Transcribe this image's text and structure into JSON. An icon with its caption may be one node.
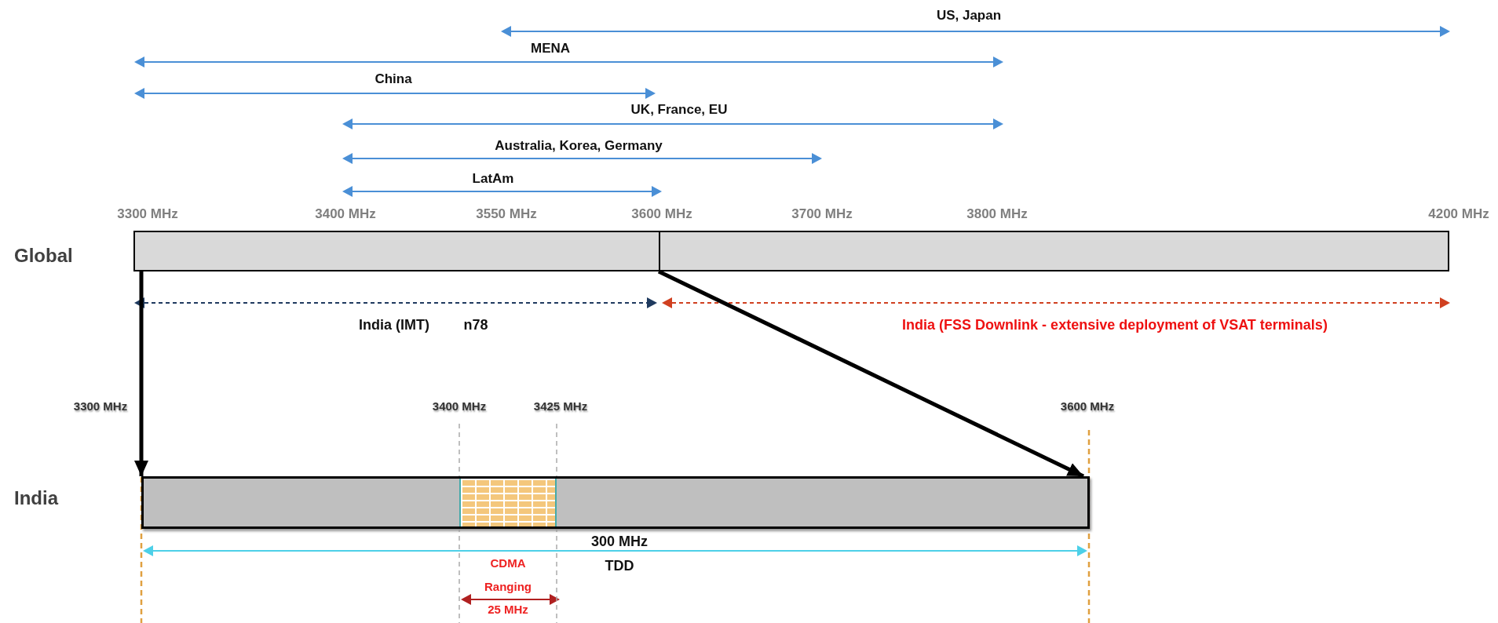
{
  "diagram": {
    "nodes": [
      {
        "text": [],
        "shape": "bar"
      },
      {
        "text": [],
        "shape": "bar"
      },
      {
        "text": [],
        "shape": "box",
        "in": 1
      }
    ],
    "edges": [
      {
        "from": 0,
        "to": 1,
        "arrow": "to"
      },
      {
        "from": 0,
        "to": 1,
        "arrow": "to"
      }
    ],
    "labels": [
      "US, Japan",
      "MENA",
      "China",
      "UK, France, EU",
      "Australia, Korea, Germany",
      "LatAm",
      "3300 MHz",
      "3400 MHz",
      "3550 MHz",
      "3600 MHz",
      "3700 MHz",
      "3800 MHz",
      "4200 MHz",
      "Global",
      "India (IMT)",
      "n78",
      "India (FSS Downlink - extensive deployment of VSAT terminals)",
      "3300 MHz",
      "3400 MHz",
      "3425 MHz",
      "3600 MHz",
      "India",
      "300 MHz",
      "TDD",
      "CDMA Ranging",
      "25 MHz"
    ]
  }
}
